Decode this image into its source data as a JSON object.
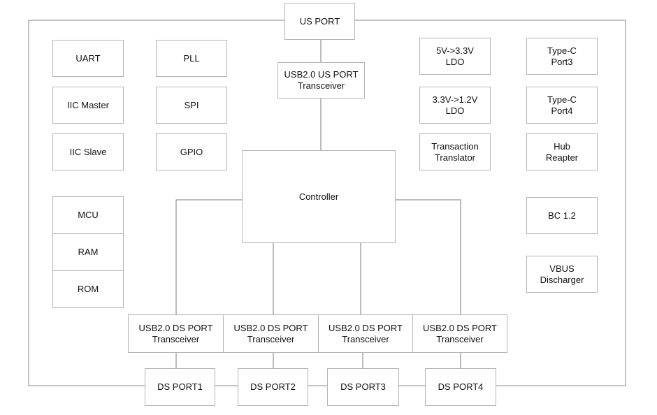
{
  "blocks": {
    "us_port": "US PORT",
    "us_transceiver": "USB2.0 US PORT\nTransceiver",
    "uart": "UART",
    "pll": "PLL",
    "iic_master": "IIC Master",
    "spi": "SPI",
    "iic_slave": "IIC Slave",
    "gpio": "GPIO",
    "mcu": "MCU",
    "ram": "RAM",
    "rom": "ROM",
    "controller": "Controller",
    "ldo_5v": "5V->3.3V\nLDO",
    "ldo_3v3": "3.3V->1.2V\nLDO",
    "transaction_translator": "Transaction\nTranslator",
    "type_c_port3": "Type-C\nPort3",
    "type_c_port4": "Type-C\nPort4",
    "hub_repeater": "Hub\nReapter",
    "bc12": "BC 1.2",
    "vbus_discharger": "VBUS\nDischarger",
    "ds_transceiver_1": "USB2.0 DS PORT\nTransceiver",
    "ds_transceiver_2": "USB2.0 DS PORT\nTransceiver",
    "ds_transceiver_3": "USB2.0 DS PORT\nTransceiver",
    "ds_transceiver_4": "USB2.0 DS PORT\nTransceiver",
    "ds_port1": "DS PORT1",
    "ds_port2": "DS PORT2",
    "ds_port3": "DS PORT3",
    "ds_port4": "DS PORT4"
  }
}
